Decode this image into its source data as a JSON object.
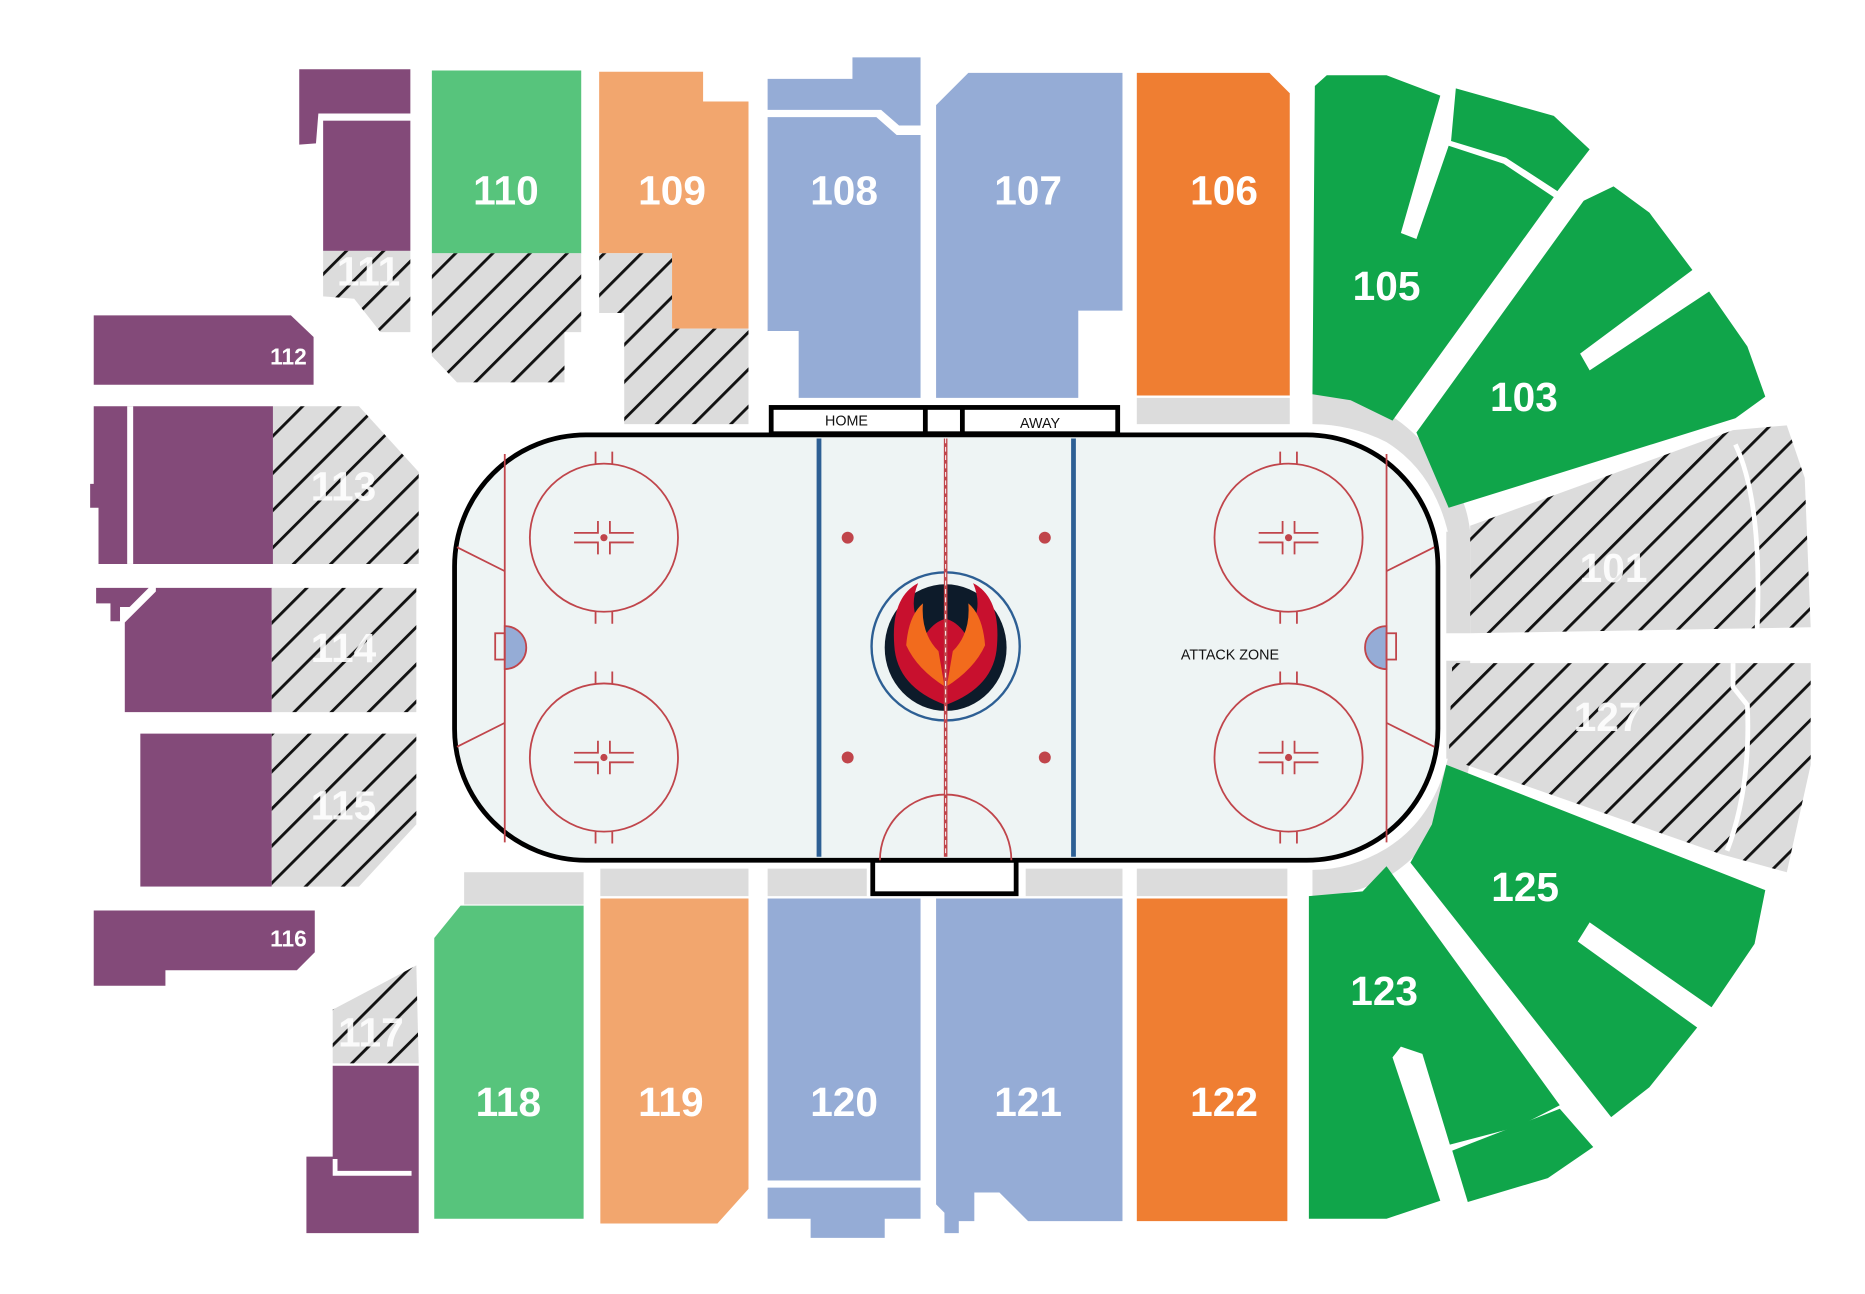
{
  "colors": {
    "purple": "#834a79",
    "light_green": "#57c47c",
    "peach": "#f2a66e",
    "blue": "#95acd6",
    "orange": "#ef7e32",
    "green": "#10a54a",
    "unavailable_hatch": "#dcdcdc",
    "ice": "#eef4f4",
    "blue_line": "#2d5f94",
    "red_line": "#c0454b"
  },
  "sections": [
    {
      "label": "101",
      "color": "unavailable_hatch"
    },
    {
      "label": "103",
      "color": "green"
    },
    {
      "label": "105",
      "color": "green"
    },
    {
      "label": "106",
      "color": "orange"
    },
    {
      "label": "107",
      "color": "blue"
    },
    {
      "label": "108",
      "color": "blue"
    },
    {
      "label": "109",
      "color": "peach"
    },
    {
      "label": "110",
      "color": "light_green"
    },
    {
      "label": "111",
      "color": "unavailable_hatch"
    },
    {
      "label": "112",
      "color": "purple"
    },
    {
      "label": "113",
      "color": "unavailable_hatch"
    },
    {
      "label": "114",
      "color": "unavailable_hatch"
    },
    {
      "label": "115",
      "color": "unavailable_hatch"
    },
    {
      "label": "116",
      "color": "purple"
    },
    {
      "label": "117",
      "color": "unavailable_hatch"
    },
    {
      "label": "118",
      "color": "light_green"
    },
    {
      "label": "119",
      "color": "peach"
    },
    {
      "label": "120",
      "color": "blue"
    },
    {
      "label": "121",
      "color": "blue"
    },
    {
      "label": "122",
      "color": "orange"
    },
    {
      "label": "123",
      "color": "green"
    },
    {
      "label": "125",
      "color": "green"
    },
    {
      "label": "127",
      "color": "unavailable_hatch"
    }
  ],
  "rink": {
    "home_bench": "HOME",
    "away_bench": "AWAY",
    "attack_zone": "ATTACK ZONE",
    "center_logo": "phoenix-logo"
  }
}
